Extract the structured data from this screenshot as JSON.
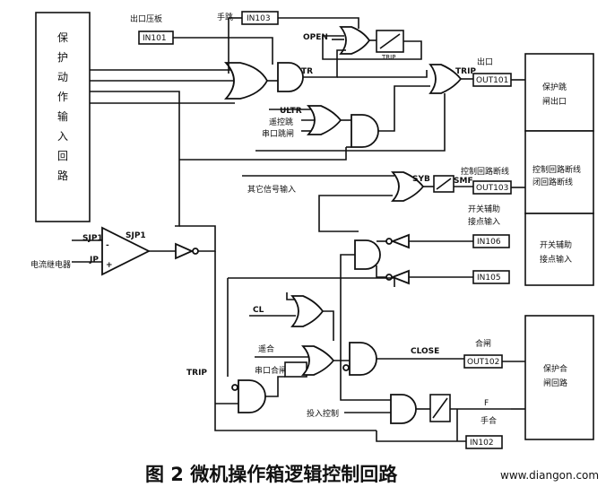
{
  "labels": {
    "protect_input": [
      "保",
      "护",
      "动",
      "作",
      "输",
      "入",
      "回",
      "路"
    ],
    "exit_press": "出口压板",
    "in101": "IN101",
    "manual_trip": "手跳",
    "in103": "IN103",
    "open": "OPEN",
    "tr": "TR",
    "trip1": "TRIP",
    "exit2": "出口",
    "out101": "OUT101",
    "ultr": "ULTR",
    "remote_trip": "遥控跳",
    "serial_trip": "串口跳闸",
    "other_signal_in": "其它信号输入",
    "syb": "SYB",
    "smf": "SMF",
    "ctrl_fail": "控制回路断线",
    "out103": "OUT103",
    "switch_aux_in": "开关辅助\n接点输入",
    "in106": "IN106",
    "in105": "IN105",
    "sjp1_left": "SJP1",
    "sjp1_mid": "SJP1",
    "jp": "JP",
    "current_relay": "电流继电器",
    "trip2": "TRIP",
    "cl": "CL",
    "remote_close": "遥合",
    "serial_close": "串口合闸",
    "close_tag": "CLOSE",
    "close_word": "合闸",
    "out102": "OUT102",
    "manual_close": "手合",
    "in102": "IN102",
    "close_ctrl": "投入控制",
    "box_trip_coil": "保护跳\n闸出口",
    "box_ctrl_break": "控制回路断线\n闭回路断线",
    "box_switch_aux": "开关辅助\n接点输入",
    "box_close_circuit": "保护合\n闸回路"
  },
  "caption": "图 2  微机操作箱逻辑控制回路",
  "watermark": "www.diangon.com"
}
